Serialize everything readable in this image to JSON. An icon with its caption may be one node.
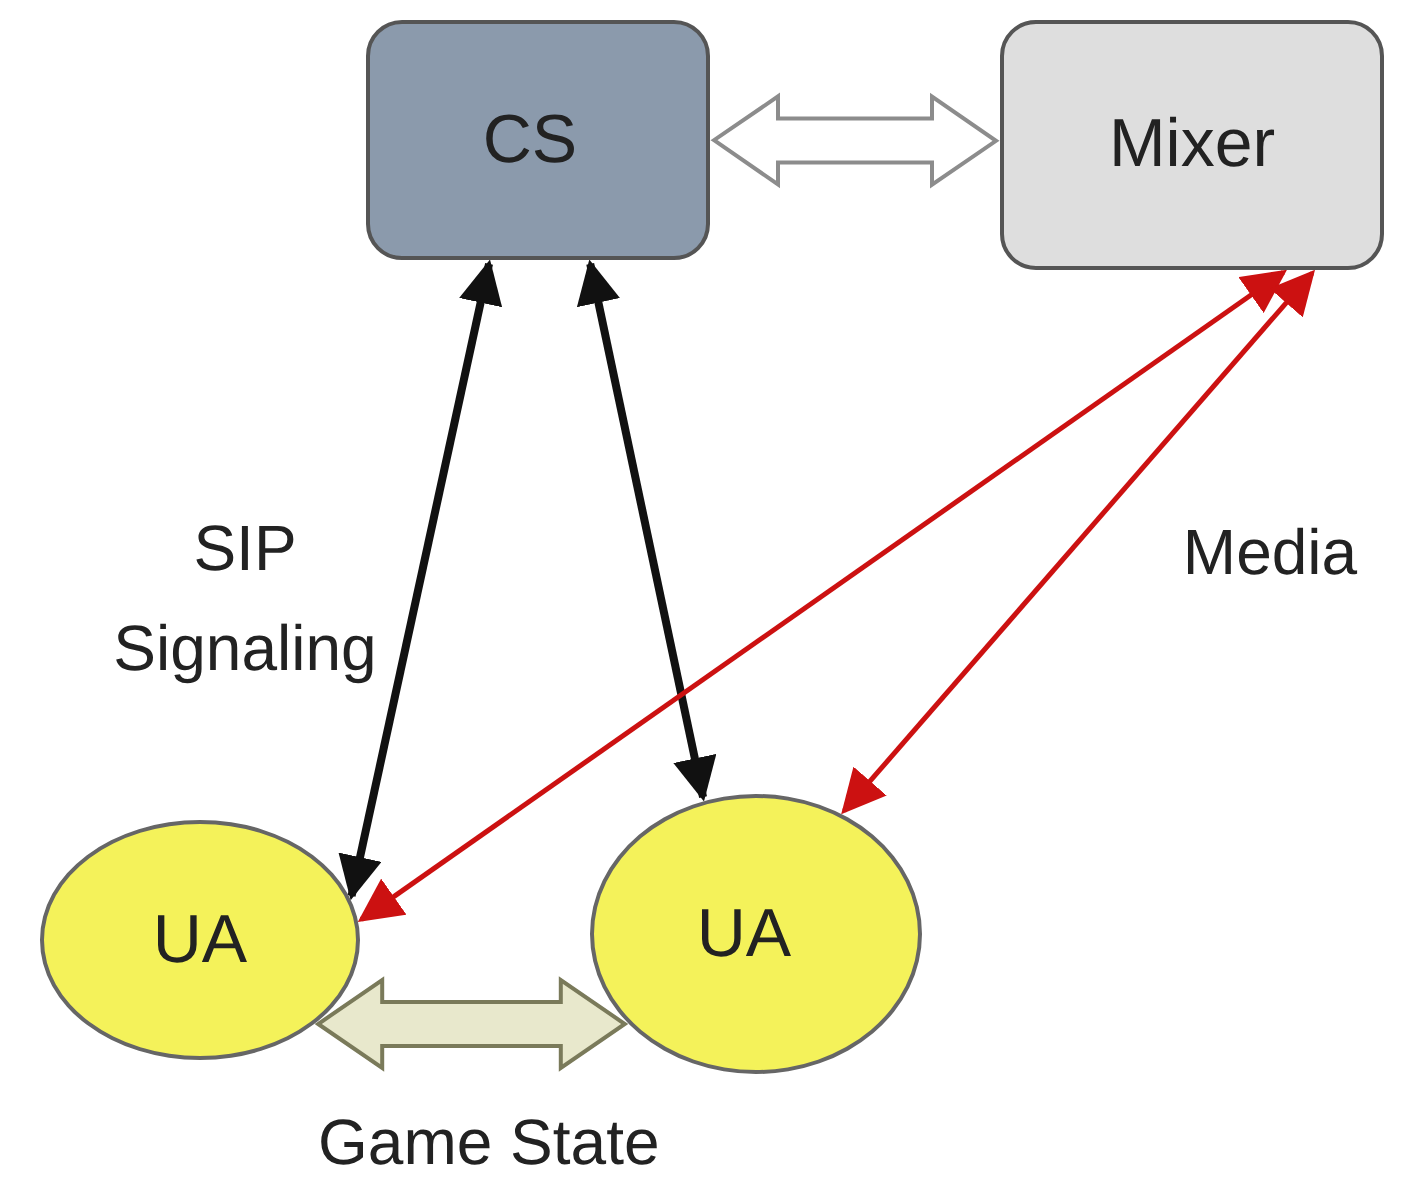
{
  "diagram": {
    "nodes": [
      {
        "text": [
          "CS"
        ]
      },
      {
        "text": [
          "Mixer"
        ]
      },
      {
        "text": [
          "UA"
        ]
      },
      {
        "text": [
          "UA"
        ]
      }
    ],
    "edges": [
      {
        "from": 0,
        "to": 1,
        "arrow": "both",
        "style": "thick",
        "color": "#8c8c8c"
      },
      {
        "from": 0,
        "to": 2,
        "arrow": "both"
      },
      {
        "from": 0,
        "to": 3,
        "arrow": "both"
      },
      {
        "from": 1,
        "to": 2,
        "arrow": "both",
        "color": "#cc1111"
      },
      {
        "from": 1,
        "to": 3,
        "arrow": "both",
        "color": "#cc1111"
      },
      {
        "from": 2,
        "to": 3,
        "arrow": "both",
        "style": "thick",
        "color": "#7a7a5a",
        "label": "Game State"
      }
    ],
    "labels": [
      "SIP Signaling",
      "Media"
    ]
  }
}
